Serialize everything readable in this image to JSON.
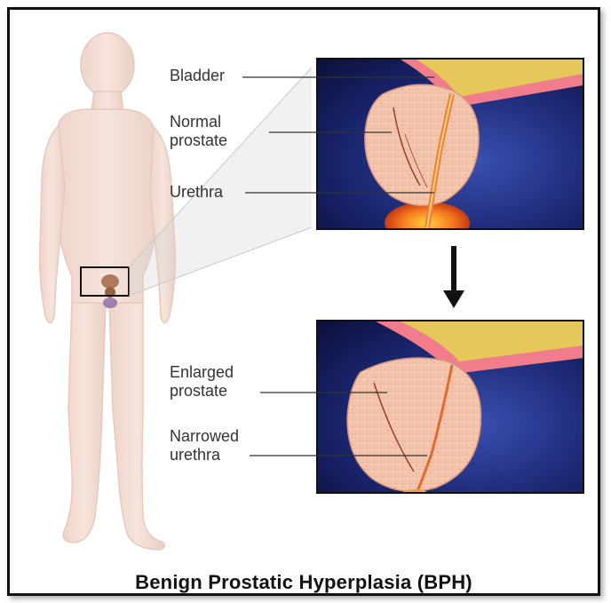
{
  "title": "Benign Prostatic Hyperplasia (BPH)",
  "labels": {
    "bladder": "Bladder",
    "normal_prostate": [
      "Normal",
      "prostate"
    ],
    "urethra": "Urethra",
    "enlarged_prostate": [
      "Enlarged",
      "prostate"
    ],
    "narrowed_urethra": [
      "Narrowed",
      "urethra"
    ]
  },
  "colors": {
    "body": "#f3dcd2",
    "prostate": "#f2c0a8",
    "background_panel": "#1b2a6b",
    "bladder_wall": "#f07c8c",
    "bladder_inner": "#e6c85a",
    "urethra": "#e86a3a"
  },
  "icons": {
    "arrow": "down-arrow-icon"
  }
}
